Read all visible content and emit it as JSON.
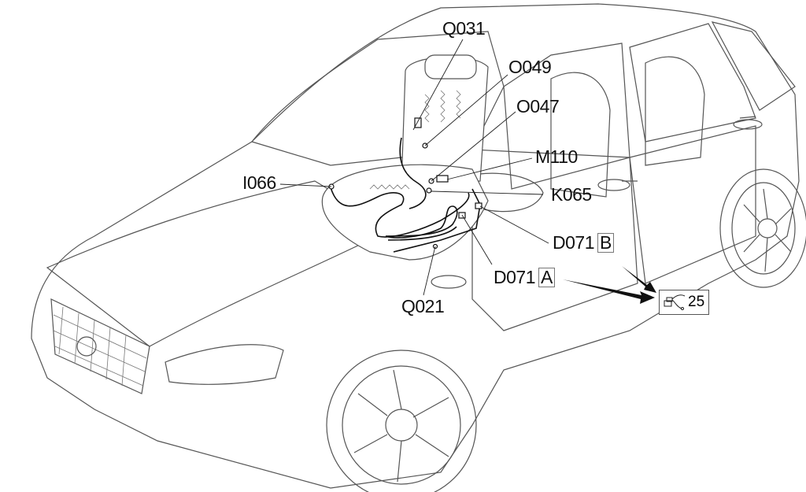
{
  "diagram": {
    "subject": "car-seat-wiring-harness",
    "labels": {
      "q031": "Q031",
      "o049": "O049",
      "o047": "O047",
      "m110": "M110",
      "i066": "I066",
      "k065": "K065",
      "d071b": "D071",
      "d071b_box": "B",
      "d071a": "D071",
      "d071a_box": "A",
      "q021": "Q021"
    },
    "reference": {
      "number": "25",
      "icon": "connector-icon"
    }
  }
}
